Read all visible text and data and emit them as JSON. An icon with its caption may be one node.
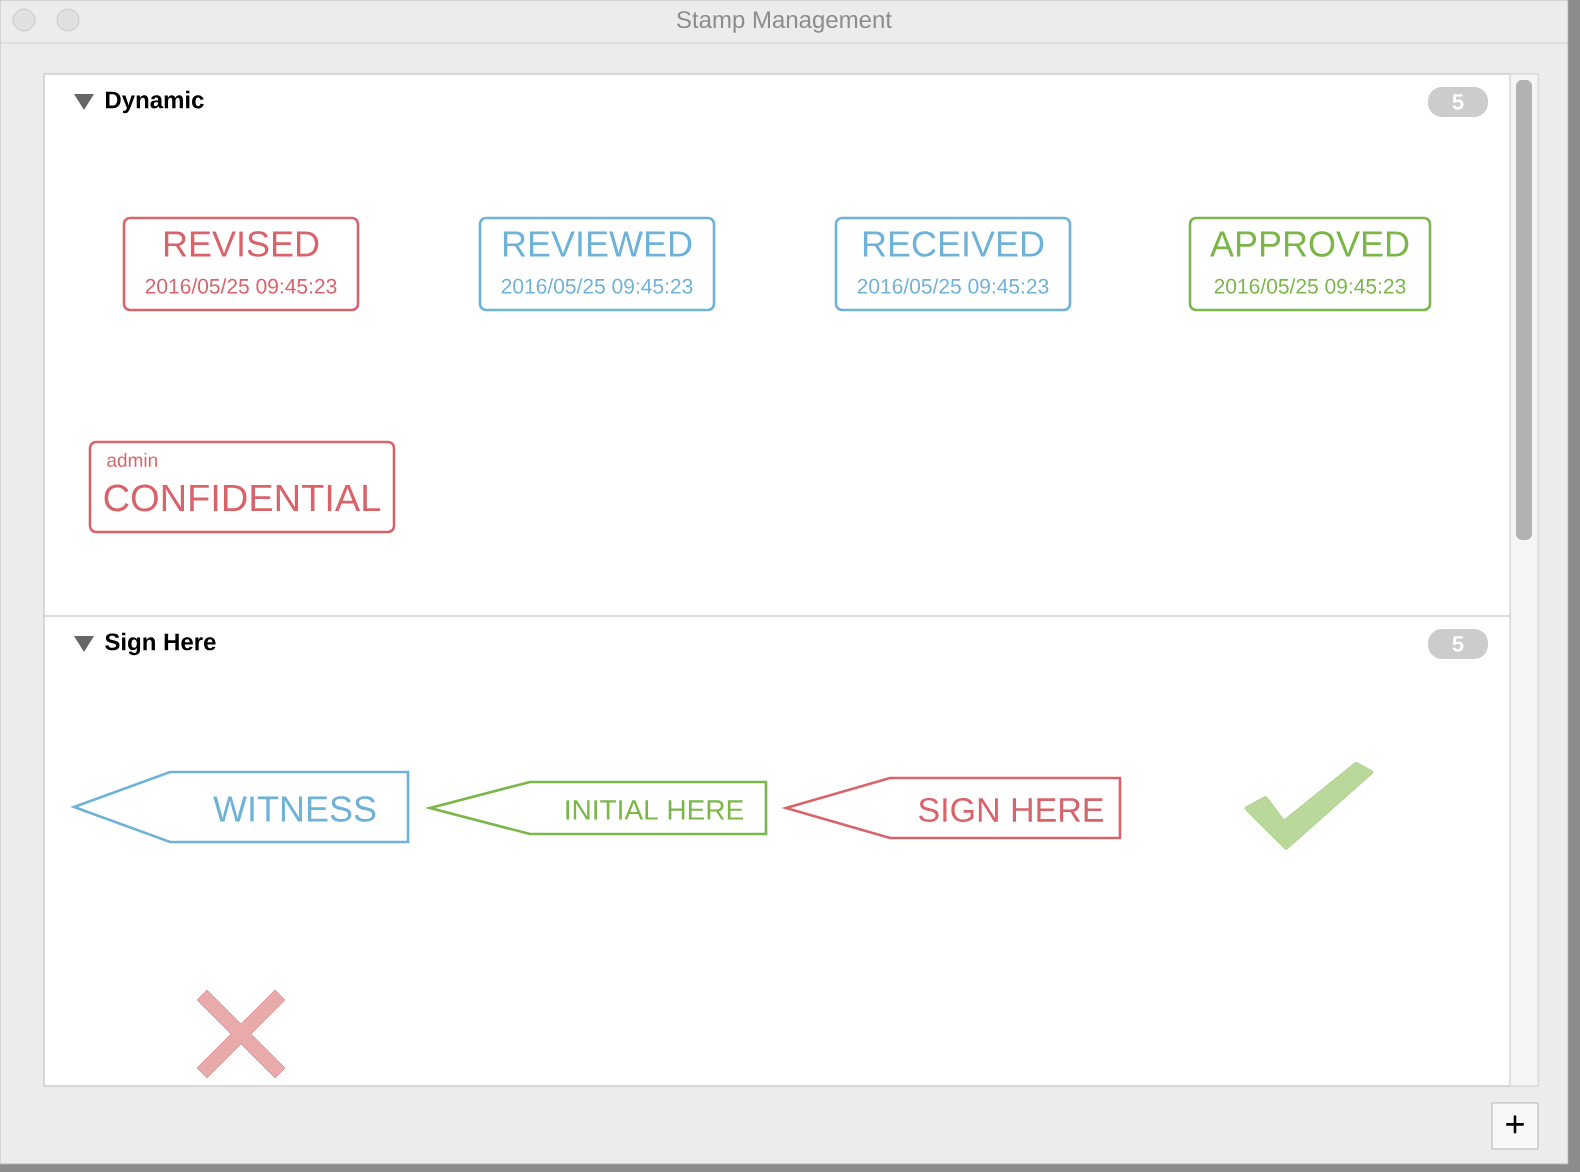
{
  "diagram": {
    "title": "Stamp Management",
    "nodes": [
      {
        "text": [
          "Dynamic",
          "5"
        ]
      },
      {
        "text": [
          "REVISED",
          "2016/05/25 09:45:23"
        ],
        "in": 0
      },
      {
        "text": [
          "REVIEWED",
          "2016/05/25 09:45:23"
        ],
        "in": 0
      },
      {
        "text": [
          "RECEIVED",
          "2016/05/25 09:45:23"
        ],
        "in": 0
      },
      {
        "text": [
          "APPROVED",
          "2016/05/25 09:45:23"
        ],
        "in": 0
      },
      {
        "text": [
          "admin",
          "CONFIDENTIAL"
        ],
        "in": 0
      },
      {
        "text": [
          "Sign Here",
          "5"
        ]
      },
      {
        "text": [
          "WITNESS"
        ],
        "in": 6
      },
      {
        "text": [
          "INITIAL HERE"
        ],
        "in": 6
      },
      {
        "text": [
          "SIGN HERE"
        ],
        "in": 6
      },
      {
        "text": [],
        "shape": "checkmark",
        "in": 6
      },
      {
        "text": [],
        "shape": "cross",
        "in": 6
      }
    ],
    "labels": [
      "+"
    ]
  }
}
